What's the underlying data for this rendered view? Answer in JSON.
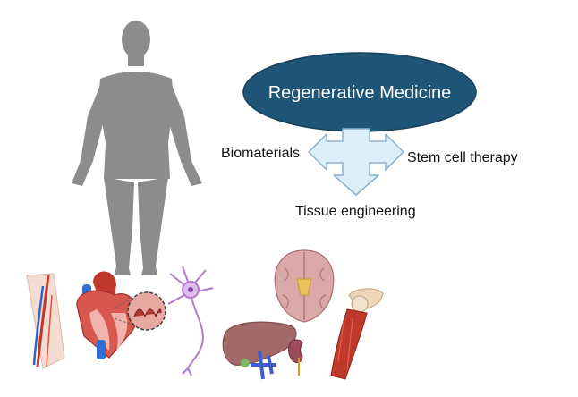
{
  "title": "Regenerative Medicine",
  "approaches": {
    "left": "Biomaterials",
    "right": "Stem cell therapy",
    "bottom": "Tissue engineering"
  },
  "icons": [
    "human-body-icon",
    "blood-vessel-icon",
    "heart-icon",
    "heart-valve-zoom-icon",
    "neuron-icon",
    "brain-icon",
    "liver-icon",
    "kidney-icon",
    "shoulder-muscle-icon"
  ],
  "colors": {
    "ellipse_fill": "#1f5678",
    "arrow_fill": "#dceef9",
    "arrow_stroke": "#8bb2cc",
    "body": "#8c8c8c"
  }
}
